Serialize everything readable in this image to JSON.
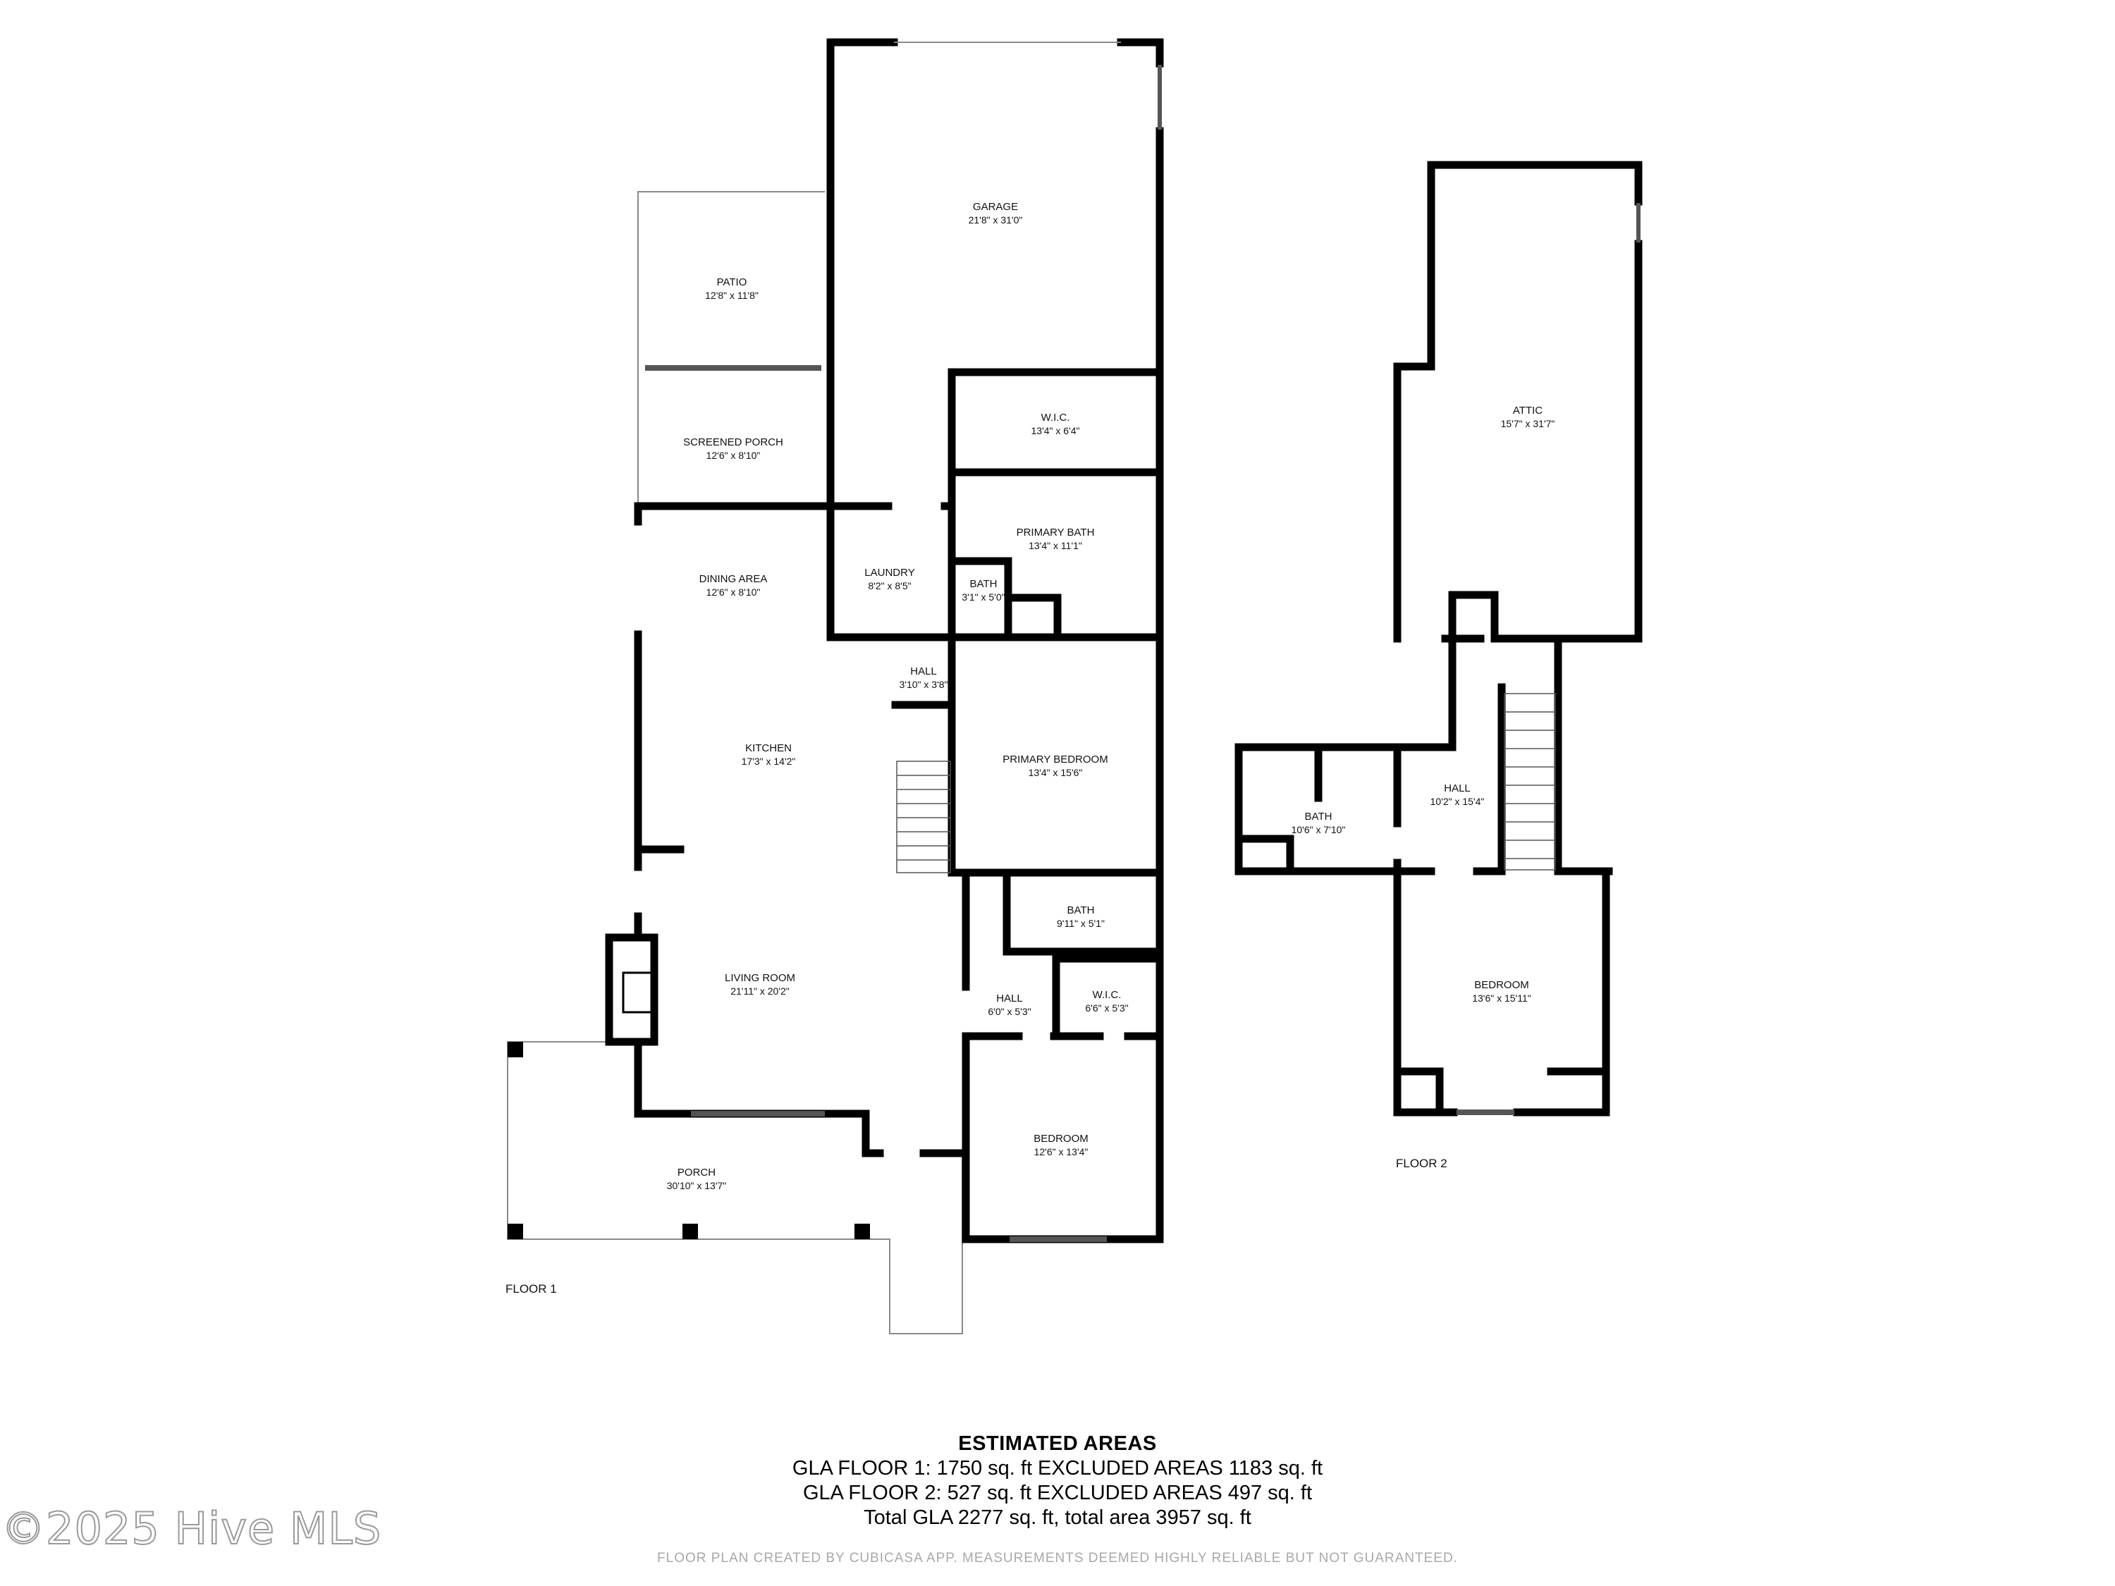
{
  "floor1": {
    "label": "FLOOR 1",
    "rooms": [
      {
        "name": "GARAGE",
        "dim": "21'8\" x 31'0\""
      },
      {
        "name": "PATIO",
        "dim": "12'8\" x 11'8\""
      },
      {
        "name": "SCREENED PORCH",
        "dim": "12'6\" x 8'10\""
      },
      {
        "name": "W.I.C.",
        "dim": "13'4\" x 6'4\""
      },
      {
        "name": "PRIMARY BATH",
        "dim": "13'4\" x 11'1\""
      },
      {
        "name": "DINING AREA",
        "dim": "12'6\" x 8'10\""
      },
      {
        "name": "LAUNDRY",
        "dim": "8'2\" x 8'5\""
      },
      {
        "name": "BATH",
        "dim": "3'1\" x 5'0\""
      },
      {
        "name": "HALL",
        "dim": "3'10\" x 3'8\""
      },
      {
        "name": "KITCHEN",
        "dim": "17'3\" x 14'2\""
      },
      {
        "name": "PRIMARY BEDROOM",
        "dim": "13'4\" x 15'6\""
      },
      {
        "name": "BATH",
        "dim": "9'11\" x 5'1\""
      },
      {
        "name": "LIVING ROOM",
        "dim": "21'11\" x 20'2\""
      },
      {
        "name": "HALL",
        "dim": "6'0\" x 5'3\""
      },
      {
        "name": "W.I.C.",
        "dim": "6'6\" x 5'3\""
      },
      {
        "name": "BEDROOM",
        "dim": "12'6\" x 13'4\""
      },
      {
        "name": "PORCH",
        "dim": "30'10\" x 13'7\""
      }
    ]
  },
  "floor2": {
    "label": "FLOOR 2",
    "rooms": [
      {
        "name": "ATTIC",
        "dim": "15'7\" x 31'7\""
      },
      {
        "name": "HALL",
        "dim": "10'2\" x 15'4\""
      },
      {
        "name": "BATH",
        "dim": "10'6\" x 7'10\""
      },
      {
        "name": "BEDROOM",
        "dim": "13'6\" x 15'11\""
      }
    ]
  },
  "summary": {
    "title": "ESTIMATED AREAS",
    "lines": [
      "GLA FLOOR 1: 1750 sq. ft EXCLUDED AREAS 1183 sq. ft",
      "GLA FLOOR 2: 527 sq. ft EXCLUDED AREAS 497 sq. ft",
      "Total GLA 2277 sq. ft, total area 3957 sq. ft"
    ]
  },
  "watermark": "©2025 Hive MLS",
  "disclaimer": "FLOOR PLAN CREATED BY CUBICASA APP. MEASUREMENTS DEEMED HIGHLY RELIABLE BUT NOT GUARANTEED."
}
